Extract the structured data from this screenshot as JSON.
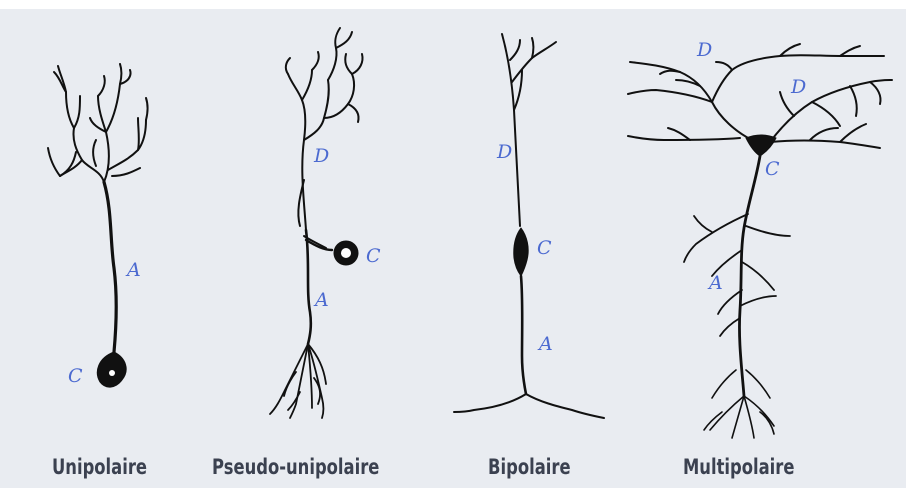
{
  "colors": {
    "background": "#e9ecf1",
    "ink": "#111111",
    "label": "#4c6ad0",
    "caption": "#3b4150"
  },
  "neurons": [
    {
      "caption": "Unipolaire",
      "labels": {
        "axon": "A",
        "cell_body": "C"
      }
    },
    {
      "caption": "Pseudo-unipolaire",
      "labels": {
        "dendrite": "D",
        "cell_body": "C",
        "axon": "A"
      }
    },
    {
      "caption": "Bipolaire",
      "labels": {
        "dendrite": "D",
        "cell_body": "C",
        "axon": "A"
      }
    },
    {
      "caption": "Multipolaire",
      "labels": {
        "dendrite_1": "D",
        "dendrite_2": "D",
        "cell_body": "C",
        "axon": "A"
      }
    }
  ]
}
